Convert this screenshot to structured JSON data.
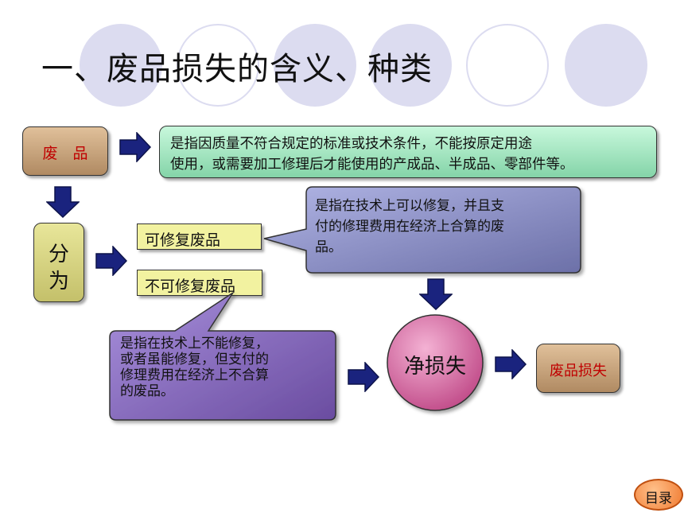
{
  "title": "一、废品损失的含义、种类",
  "feipin": {
    "label": "废　品"
  },
  "definition": {
    "line1": "是指因质量不符合规定的标准或技术条件，不能按原定用途",
    "line2": "使用，或需要加工修理后才能使用的产成品、半成品、零部件等。"
  },
  "fenwei": {
    "line1": "分",
    "line2": "为"
  },
  "repairable": {
    "label": "可修复废品"
  },
  "irreparable": {
    "label": "不可修复废品"
  },
  "repairable_note": {
    "line1": "是指在技术上可以修复，并且支",
    "line2": "付的修理费用在经济上合算的废",
    "line3": "品。"
  },
  "irreparable_note": {
    "line1": "是指在技术上不能修复，",
    "line2": "或者虽能修复，但支付的",
    "line3": "修理费用在经济上不合算",
    "line4": "的废品。"
  },
  "net_loss": {
    "label": "净损失"
  },
  "scrap_loss": {
    "label": "废品损失"
  },
  "menu_button": {
    "label": "目录"
  },
  "colors": {
    "accent_blue": "#1a237e",
    "feipin_box": "#c8a07a",
    "definition_box": "#a8ecc8",
    "fenwei_box": "#d8d484",
    "repair_label_box": "#f2f2a0",
    "repairable_note": "#8f93c8",
    "irreparable_note": "#8a6ac0",
    "net_loss_ball": "#e07ab0",
    "menu_button": "#f08a40"
  }
}
